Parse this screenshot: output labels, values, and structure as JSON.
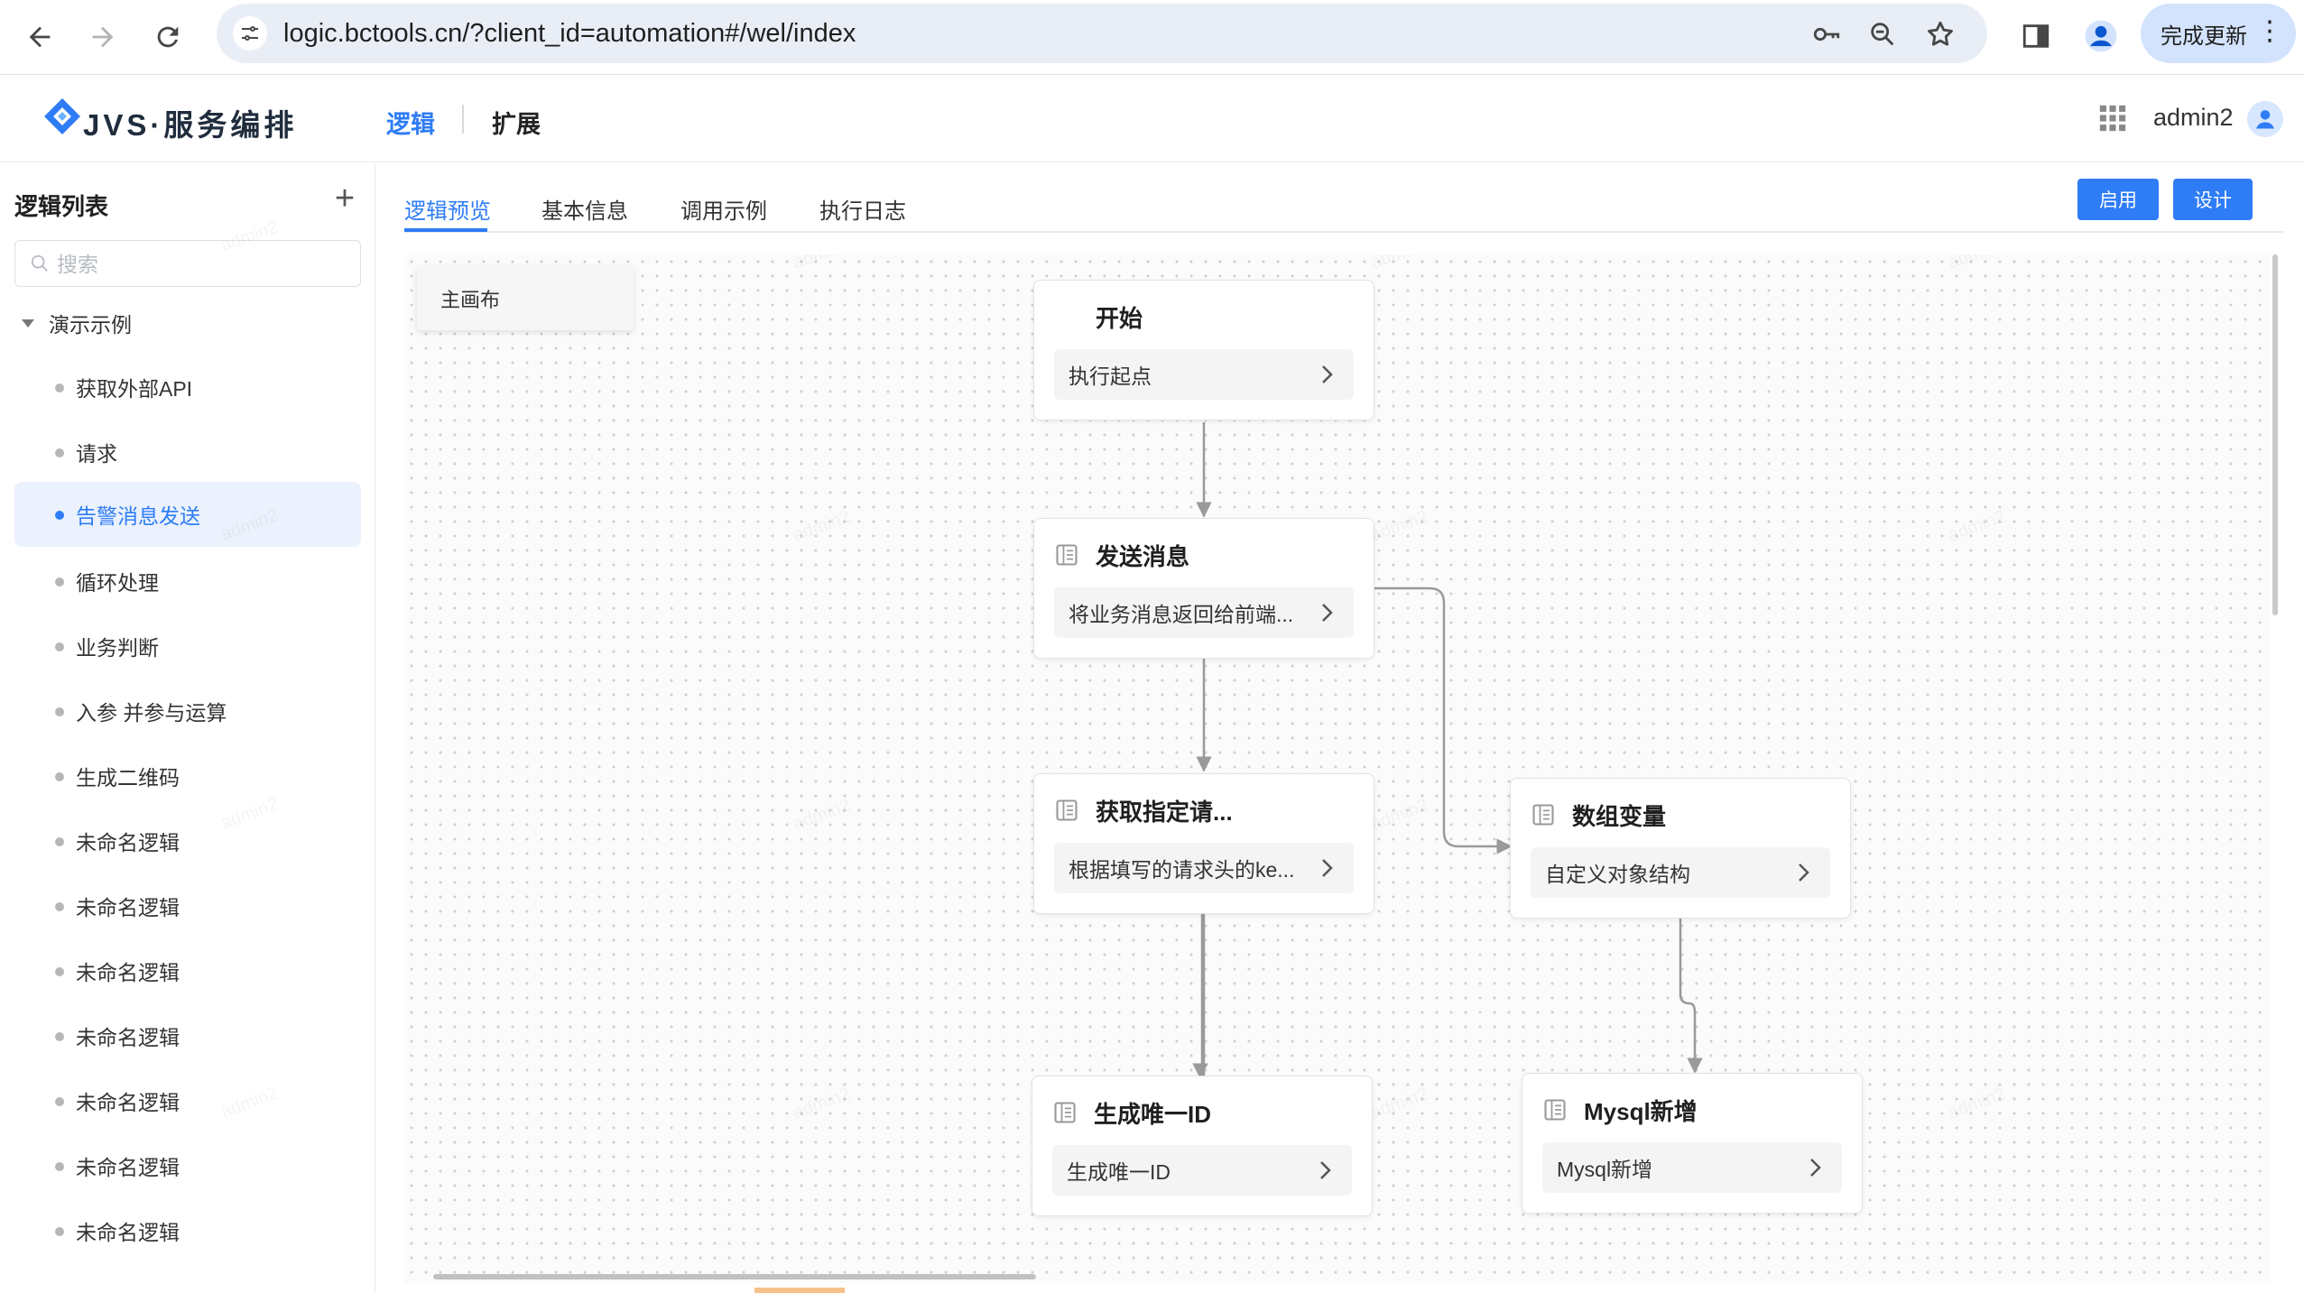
{
  "browser": {
    "url": "logic.bctools.cn/?client_id=automation#/wel/index",
    "update_label": "完成更新",
    "menu_label": "⋮"
  },
  "app": {
    "title": "JVS·服务编排",
    "top_tabs": [
      {
        "label": "逻辑",
        "active": true
      },
      {
        "label": "扩展",
        "active": false
      }
    ],
    "user": "admin2",
    "watermark": "admin2"
  },
  "sidebar": {
    "title": "逻辑列表",
    "add_label": "+",
    "search_placeholder": "搜索",
    "group": "演示示例",
    "items": [
      {
        "label": "获取外部API"
      },
      {
        "label": "请求"
      },
      {
        "label": "告警消息发送",
        "active": true
      },
      {
        "label": "循环处理"
      },
      {
        "label": "业务判断"
      },
      {
        "label": "入参 并参与运算"
      },
      {
        "label": "生成二维码"
      },
      {
        "label": "未命名逻辑"
      },
      {
        "label": "未命名逻辑"
      },
      {
        "label": "未命名逻辑"
      },
      {
        "label": "未命名逻辑"
      },
      {
        "label": "未命名逻辑"
      },
      {
        "label": "未命名逻辑"
      },
      {
        "label": "未命名逻辑"
      }
    ]
  },
  "main": {
    "tabs": [
      {
        "label": "逻辑预览",
        "active": true
      },
      {
        "label": "基本信息"
      },
      {
        "label": "调用示例"
      },
      {
        "label": "执行日志"
      }
    ],
    "enable_label": "启用",
    "design_label": "设计",
    "canvas_tab": "主画布",
    "nodes": {
      "start": {
        "title": "开始",
        "body": "执行起点"
      },
      "send_msg": {
        "title": "发送消息",
        "body": "将业务消息返回给前端..."
      },
      "get_header": {
        "title": "获取指定请...",
        "body": "根据填写的请求头的ke..."
      },
      "array_var": {
        "title": "数组变量",
        "body": "自定义对象结构"
      },
      "gen_id": {
        "title": "生成唯一ID",
        "body": "生成唯一ID"
      },
      "mysql_add": {
        "title": "Mysql新增",
        "body": "Mysql新增"
      }
    }
  },
  "colors": {
    "accent": "#2e7cf6",
    "active_bg": "#ebf2fd",
    "edge": "#9a9a9a"
  }
}
